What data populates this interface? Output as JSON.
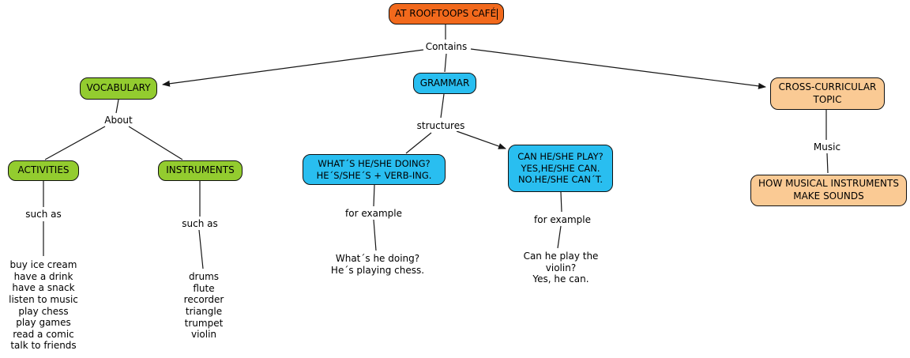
{
  "diagram": {
    "nodes": {
      "root": {
        "label": "AT ROOFTOOPS CAFÉ"
      },
      "vocabulary": {
        "label": "VOCABULARY"
      },
      "grammar": {
        "label": "GRAMMAR"
      },
      "cross_curricular": {
        "label": [
          "CROSS-CURRICULAR",
          "TOPIC"
        ]
      },
      "activities": {
        "label": "ACTIVITIES"
      },
      "instruments": {
        "label": "INSTRUMENTS"
      },
      "whats_doing": {
        "label": [
          "WHAT´S HE/SHE DOING?",
          "HE´S/SHE´S + VERB-ING."
        ]
      },
      "can_play": {
        "label": [
          "CAN HE/SHE PLAY?",
          "YES,HE/SHE CAN.",
          "NO.HE/SHE CAN´T."
        ]
      },
      "how_sounds": {
        "label": [
          "HOW MUSICAL INSTRUMENTS",
          "MAKE SOUNDS"
        ]
      }
    },
    "link_labels": {
      "contains": "Contains",
      "about": "About",
      "such_as_left": "such as",
      "such_as_right": "such as",
      "structures": "structures",
      "for_example_left": "for example",
      "for_example_right": "for example",
      "music": "Music"
    },
    "text_nodes": {
      "activities_list": [
        "buy ice cream",
        "have a drink",
        "have a snack",
        "listen to music",
        "play chess",
        "play games",
        "read a comic",
        "talk to friends"
      ],
      "instruments_list": [
        "drums",
        "flute",
        "recorder",
        "triangle",
        "trumpet",
        "violin"
      ],
      "example_doing": [
        "What´s he doing?",
        "He´s playing chess."
      ],
      "example_play": [
        "Can he play the",
        "violin?",
        "Yes, he can."
      ]
    },
    "colors": {
      "root_orange": "#F2691C",
      "vocab_green": "#93CC2F",
      "grammar_blue": "#29BEF0",
      "cross_peach": "#FACA94",
      "line_black": "#161616"
    }
  }
}
